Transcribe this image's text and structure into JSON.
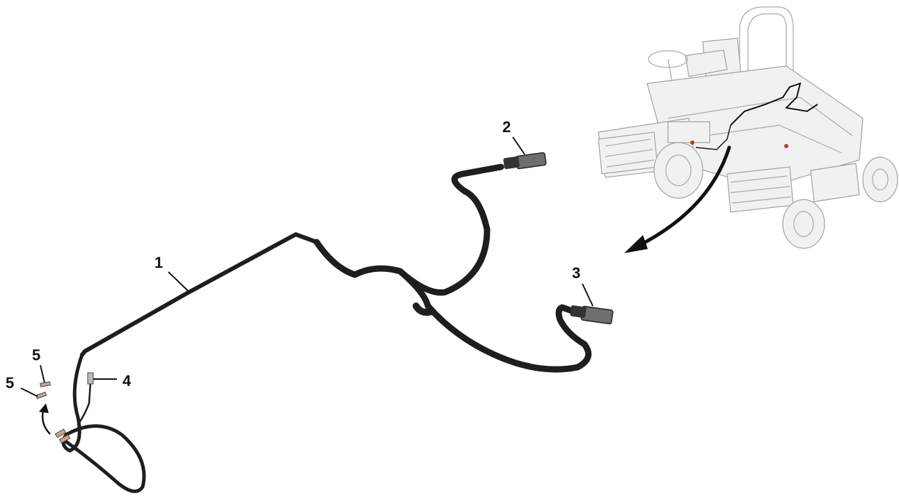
{
  "callouts": {
    "c1": "1",
    "c2": "2",
    "c3": "3",
    "c4": "4",
    "c5a": "5",
    "c5b": "5"
  },
  "colors": {
    "harness": "#1e1e1e",
    "connector": "#6e6e6e",
    "ghost_vehicle": "#a8a8a8",
    "wire_highlight": "#c0392b"
  }
}
